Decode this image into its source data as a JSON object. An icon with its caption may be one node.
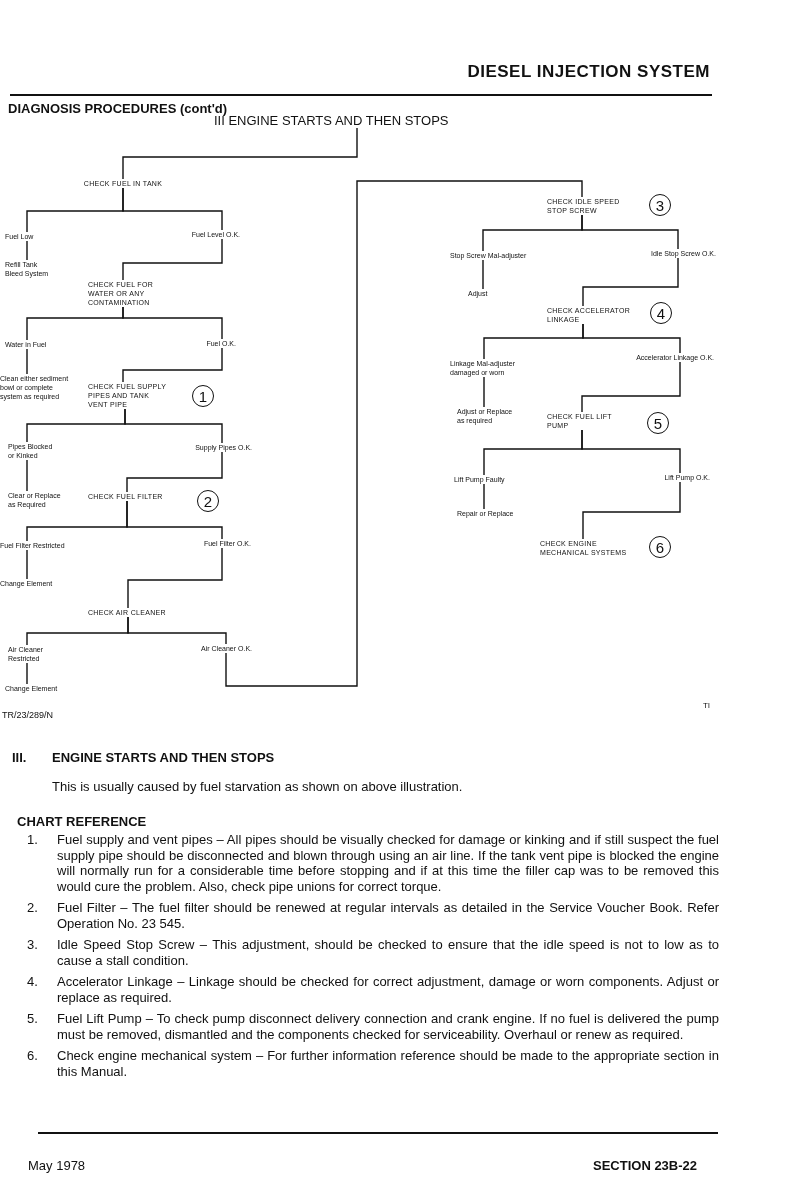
{
  "diagram": {
    "title": "DIESEL INJECTION SYSTEM",
    "nodes": [
      {
        "text": [
          "III ENGINE STARTS AND THEN STOPS"
        ]
      },
      {
        "text": [
          "CHECK FUEL IN TANK"
        ]
      },
      {
        "text": [
          "Fuel Low"
        ]
      },
      {
        "text": [
          "Fuel Level O.K."
        ]
      },
      {
        "text": [
          "Refill Tank Bleed System"
        ]
      },
      {
        "text": [
          "CHECK FUEL FOR WATER OR ANY CONTAMINATION"
        ]
      },
      {
        "text": [
          "Water in Fuel"
        ]
      },
      {
        "text": [
          "Fuel O.K."
        ]
      },
      {
        "text": [
          "Clean either sediment bowl or complete system as required"
        ]
      },
      {
        "text": [
          "CHECK FUEL SUPPLY PIPES AND TANK VENT PIPE"
        ],
        "beside": [
          "1"
        ]
      },
      {
        "text": [
          "Pipes Blocked or Kinked"
        ]
      },
      {
        "text": [
          "Supply Pipes O.K."
        ]
      },
      {
        "text": [
          "Clear or Replace as Required"
        ]
      },
      {
        "text": [
          "CHECK FUEL FILTER"
        ],
        "beside": [
          "2"
        ]
      },
      {
        "text": [
          "Fuel Filter Restricted"
        ]
      },
      {
        "text": [
          "Fuel Filter O.K."
        ]
      },
      {
        "text": [
          "Change Element"
        ]
      },
      {
        "text": [
          "CHECK AIR CLEANER"
        ]
      },
      {
        "text": [
          "Air Cleaner Restricted"
        ]
      },
      {
        "text": [
          "Air Cleaner O.K."
        ]
      },
      {
        "text": [
          "Change Element"
        ]
      },
      {
        "text": [
          "CHECK IDLE SPEED STOP SCREW"
        ],
        "beside": [
          "3"
        ]
      },
      {
        "text": [
          "Stop Screw Mal-adjuster"
        ]
      },
      {
        "text": [
          "Idle Stop Screw O.K."
        ]
      },
      {
        "text": [
          "Adjust"
        ]
      },
      {
        "text": [
          "CHECK ACCELERATOR LINKAGE"
        ],
        "beside": [
          "4"
        ]
      },
      {
        "text": [
          "Linkage Mal-adjuster damaged or worn"
        ]
      },
      {
        "text": [
          "Accelerator Linkage O.K."
        ]
      },
      {
        "text": [
          "Adjust or Replace as required"
        ]
      },
      {
        "text": [
          "CHECK FUEL LIFT PUMP"
        ],
        "beside": [
          "5"
        ]
      },
      {
        "text": [
          "Lift Pump Faulty"
        ]
      },
      {
        "text": [
          "Lift Pump O.K."
        ]
      },
      {
        "text": [
          "Repair or Replace"
        ]
      },
      {
        "text": [
          "CHECK ENGINE MECHANICAL SYSTEMS"
        ],
        "beside": [
          "6"
        ]
      }
    ],
    "edges": [
      {
        "from": 0,
        "to": 1,
        "arrow": "none"
      },
      {
        "from": 1,
        "to": 2,
        "arrow": "none"
      },
      {
        "from": 1,
        "to": 3,
        "arrow": "none"
      },
      {
        "from": 2,
        "to": 4,
        "arrow": "none"
      },
      {
        "from": 3,
        "to": 5,
        "arrow": "none"
      },
      {
        "from": 5,
        "to": 6,
        "arrow": "none"
      },
      {
        "from": 5,
        "to": 7,
        "arrow": "none"
      },
      {
        "from": 6,
        "to": 8,
        "arrow": "none"
      },
      {
        "from": 7,
        "to": 9,
        "arrow": "none"
      },
      {
        "from": 9,
        "to": 10,
        "arrow": "none"
      },
      {
        "from": 9,
        "to": 11,
        "arrow": "none"
      },
      {
        "from": 10,
        "to": 12,
        "arrow": "none"
      },
      {
        "from": 11,
        "to": 13,
        "arrow": "none"
      },
      {
        "from": 13,
        "to": 14,
        "arrow": "none"
      },
      {
        "from": 13,
        "to": 15,
        "arrow": "none"
      },
      {
        "from": 14,
        "to": 16,
        "arrow": "none"
      },
      {
        "from": 15,
        "to": 17,
        "arrow": "none"
      },
      {
        "from": 17,
        "to": 18,
        "arrow": "none"
      },
      {
        "from": 17,
        "to": 19,
        "arrow": "none"
      },
      {
        "from": 18,
        "to": 20,
        "arrow": "none"
      },
      {
        "from": 19,
        "to": 21,
        "arrow": "none"
      },
      {
        "from": 21,
        "to": 22,
        "arrow": "none"
      },
      {
        "from": 21,
        "to": 23,
        "arrow": "none"
      },
      {
        "from": 22,
        "to": 24,
        "arrow": "none"
      },
      {
        "from": 23,
        "to": 25,
        "arrow": "none"
      },
      {
        "from": 25,
        "to": 26,
        "arrow": "none"
      },
      {
        "from": 25,
        "to": 27,
        "arrow": "none"
      },
      {
        "from": 26,
        "to": 28,
        "arrow": "none"
      },
      {
        "from": 27,
        "to": 29,
        "arrow": "none"
      },
      {
        "from": 29,
        "to": 30,
        "arrow": "none"
      },
      {
        "from": 29,
        "to": 31,
        "arrow": "none"
      },
      {
        "from": 30,
        "to": 32,
        "arrow": "none"
      },
      {
        "from": 31,
        "to": 33,
        "arrow": "none"
      }
    ],
    "labels": [
      "DIAGNOSIS PROCEDURES (cont'd)",
      "TR/23/289/N",
      "Tl",
      "III.",
      "ENGINE STARTS AND THEN STOPS",
      "This is usually caused by fuel starvation as shown on above illustration.",
      "CHART REFERENCE",
      "1.",
      "Fuel supply and vent pipes – All pipes should be visually checked for damage or kinking and if still suspect the fuel supply pipe should be disconnected and blown through using an air line. If the tank vent pipe is blocked the engine will normally run for a considerable time before stopping and if at this time the filler cap was to be removed this would cure the problem. Also, check pipe unions for correct torque.",
      "2.",
      "Fuel Filter – The fuel filter should be renewed at regular intervals as detailed in the Service Voucher Book. Refer Operation No. 23 545.",
      "3.",
      "Idle Speed Stop Screw – This adjustment, should be checked to ensure that the idle speed is not to low as to cause a stall condition.",
      "4.",
      "Accelerator Linkage – Linkage should be checked for correct adjustment, damage or worn components. Adjust or replace as required.",
      "5.",
      "Fuel Lift Pump – To check pump disconnect delivery connection and crank engine. If no fuel is delivered the pump must be removed, dismantled and the components checked for serviceability. Overhaul or renew as required.",
      "6.",
      "Check engine mechanical system – For further information reference should be made to the appropriate section in this Manual.",
      "May 1978",
      "SECTION 23B-22"
    ]
  }
}
